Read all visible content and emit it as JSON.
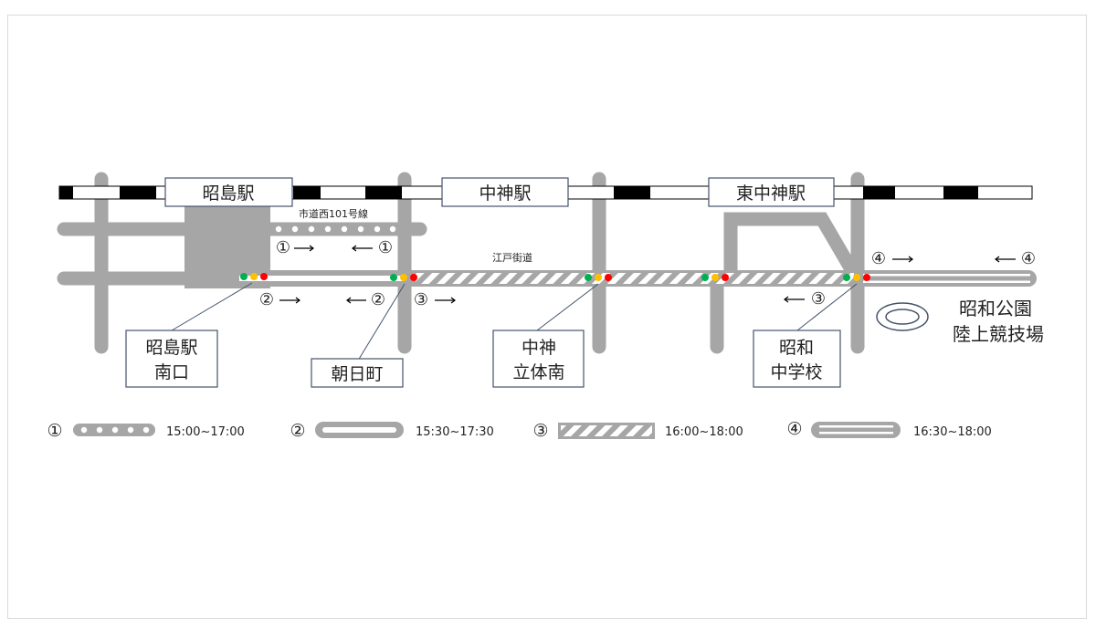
{
  "stations": {
    "akishima": "昭島駅",
    "nakagami": "中神駅",
    "higashi_nakagami": "東中神駅"
  },
  "roads": {
    "city_road": "市道西101号線",
    "edo_kaido": "江戸街道"
  },
  "bus_stops": {
    "akishima_minamiguchi": [
      "昭島駅",
      "南口"
    ],
    "asahicho": [
      "朝日町"
    ],
    "nakagami_tatetaiminami": [
      "中神",
      "立体南"
    ],
    "showa_chugakko": [
      "昭和",
      "中学校"
    ]
  },
  "park": [
    "昭和公園",
    "陸上競技場"
  ],
  "markers": {
    "m1": "①",
    "m2": "②",
    "m3": "③",
    "m4": "④"
  },
  "legend": [
    {
      "num": "①",
      "time": "15:00~17:00"
    },
    {
      "num": "②",
      "time": "15:30~17:30"
    },
    {
      "num": "③",
      "time": "16:00~18:00"
    },
    {
      "num": "④",
      "time": "16:30~18:00"
    }
  ],
  "colors": {
    "road": "#a6a6a6",
    "rail_dark": "#000000",
    "box_border": "#44546a",
    "signal_green": "#00b050",
    "signal_yellow": "#ffc000",
    "signal_red": "#ff0000"
  }
}
